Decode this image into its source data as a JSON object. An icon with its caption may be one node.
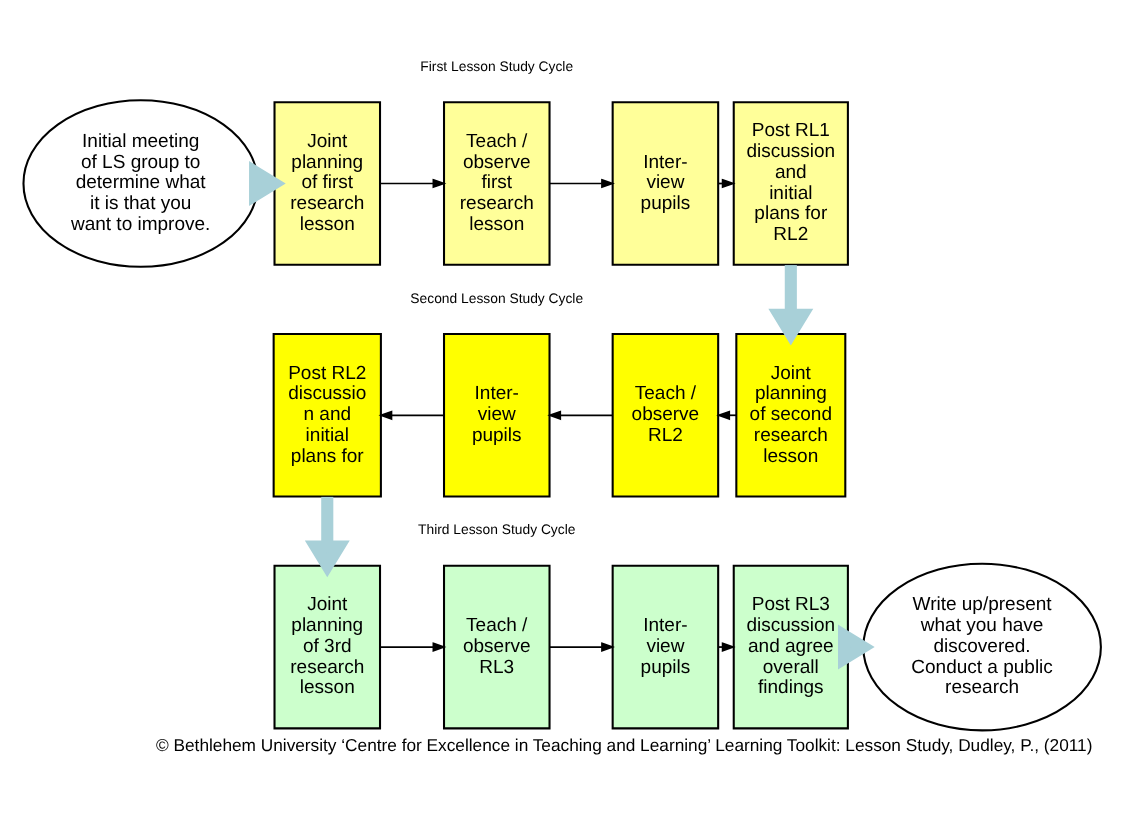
{
  "diagram": {
    "caption": "© Bethlehem University ‘Centre for Excellence in Teaching and Learning’ Learning Toolkit: Lesson Study, Dudley, P., (2011)",
    "nodes": [
      {
        "text": [
          "Initial meeting of LS group to determine what it is that you want to improve."
        ]
      },
      {
        "text": [
          "Joint planning of first research lesson"
        ]
      },
      {
        "text": [
          "Teach / observe first research lesson"
        ]
      },
      {
        "text": [
          "Inter- view pupils"
        ]
      },
      {
        "text": [
          "Post RL1 discussion and initial plans for RL2"
        ]
      },
      {
        "text": [
          "Post RL2 discussio n and initial plans for"
        ]
      },
      {
        "text": [
          "Inter- view pupils"
        ]
      },
      {
        "text": [
          "Teach / observe RL2"
        ]
      },
      {
        "text": [
          "Joint planning of second research lesson"
        ]
      },
      {
        "text": [
          "Joint planning of 3rd research lesson"
        ]
      },
      {
        "text": [
          "Teach / observe RL3"
        ]
      },
      {
        "text": [
          "Inter- view pupils"
        ]
      },
      {
        "text": [
          "Post RL3 discussion and agree overall findings"
        ]
      },
      {
        "text": [
          "Write up/present what you have discovered. Conduct a public research"
        ]
      }
    ],
    "edges": [
      {
        "from": 0,
        "to": 1,
        "arrow": "to",
        "style": "thick",
        "color": "#a8d0d8"
      },
      {
        "from": 1,
        "to": 2,
        "arrow": "to"
      },
      {
        "from": 2,
        "to": 3,
        "arrow": "to"
      },
      {
        "from": 3,
        "to": 4,
        "arrow": "to"
      },
      {
        "from": 4,
        "to": 8,
        "arrow": "to",
        "style": "thick",
        "color": "#a8d0d8"
      },
      {
        "from": 8,
        "to": 7,
        "arrow": "to"
      },
      {
        "from": 7,
        "to": 6,
        "arrow": "to"
      },
      {
        "from": 6,
        "to": 5,
        "arrow": "to"
      },
      {
        "from": 5,
        "to": 9,
        "arrow": "to",
        "style": "thick",
        "color": "#a8d0d8"
      },
      {
        "from": 9,
        "to": 10,
        "arrow": "to"
      },
      {
        "from": 10,
        "to": 11,
        "arrow": "to"
      },
      {
        "from": 11,
        "to": 12,
        "arrow": "to"
      },
      {
        "from": 12,
        "to": 13,
        "arrow": "to",
        "style": "thick",
        "color": "#a8d0d8"
      }
    ],
    "labels": [
      "First Lesson Study Cycle",
      "Second Lesson Study Cycle",
      "Third Lesson Study Cycle"
    ]
  }
}
